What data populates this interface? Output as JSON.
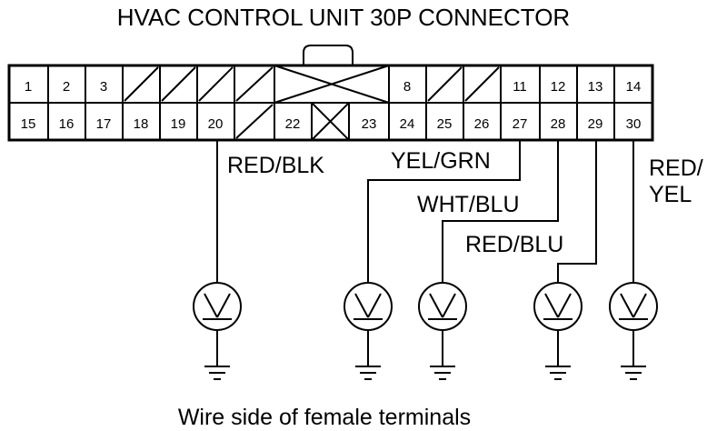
{
  "title": "HVAC CONTROL UNIT 30P CONNECTOR",
  "caption": "Wire side of female terminals",
  "pins": {
    "row1": [
      "1",
      "2",
      "3",
      "",
      "",
      "",
      "",
      "",
      "",
      "8",
      "",
      "",
      "11",
      "12",
      "13",
      "14"
    ],
    "row2": [
      "15",
      "16",
      "17",
      "18",
      "19",
      "20",
      "",
      "22",
      "",
      "23",
      "24",
      "25",
      "26",
      "27",
      "28",
      "29",
      "30"
    ]
  },
  "wires": {
    "red_blk": "RED/BLK",
    "yel_grn": "YEL/GRN",
    "wht_blu": "WHT/BLU",
    "red_blu": "RED/BLU",
    "red_yel_line1": "RED/",
    "red_yel_line2": "YEL"
  }
}
